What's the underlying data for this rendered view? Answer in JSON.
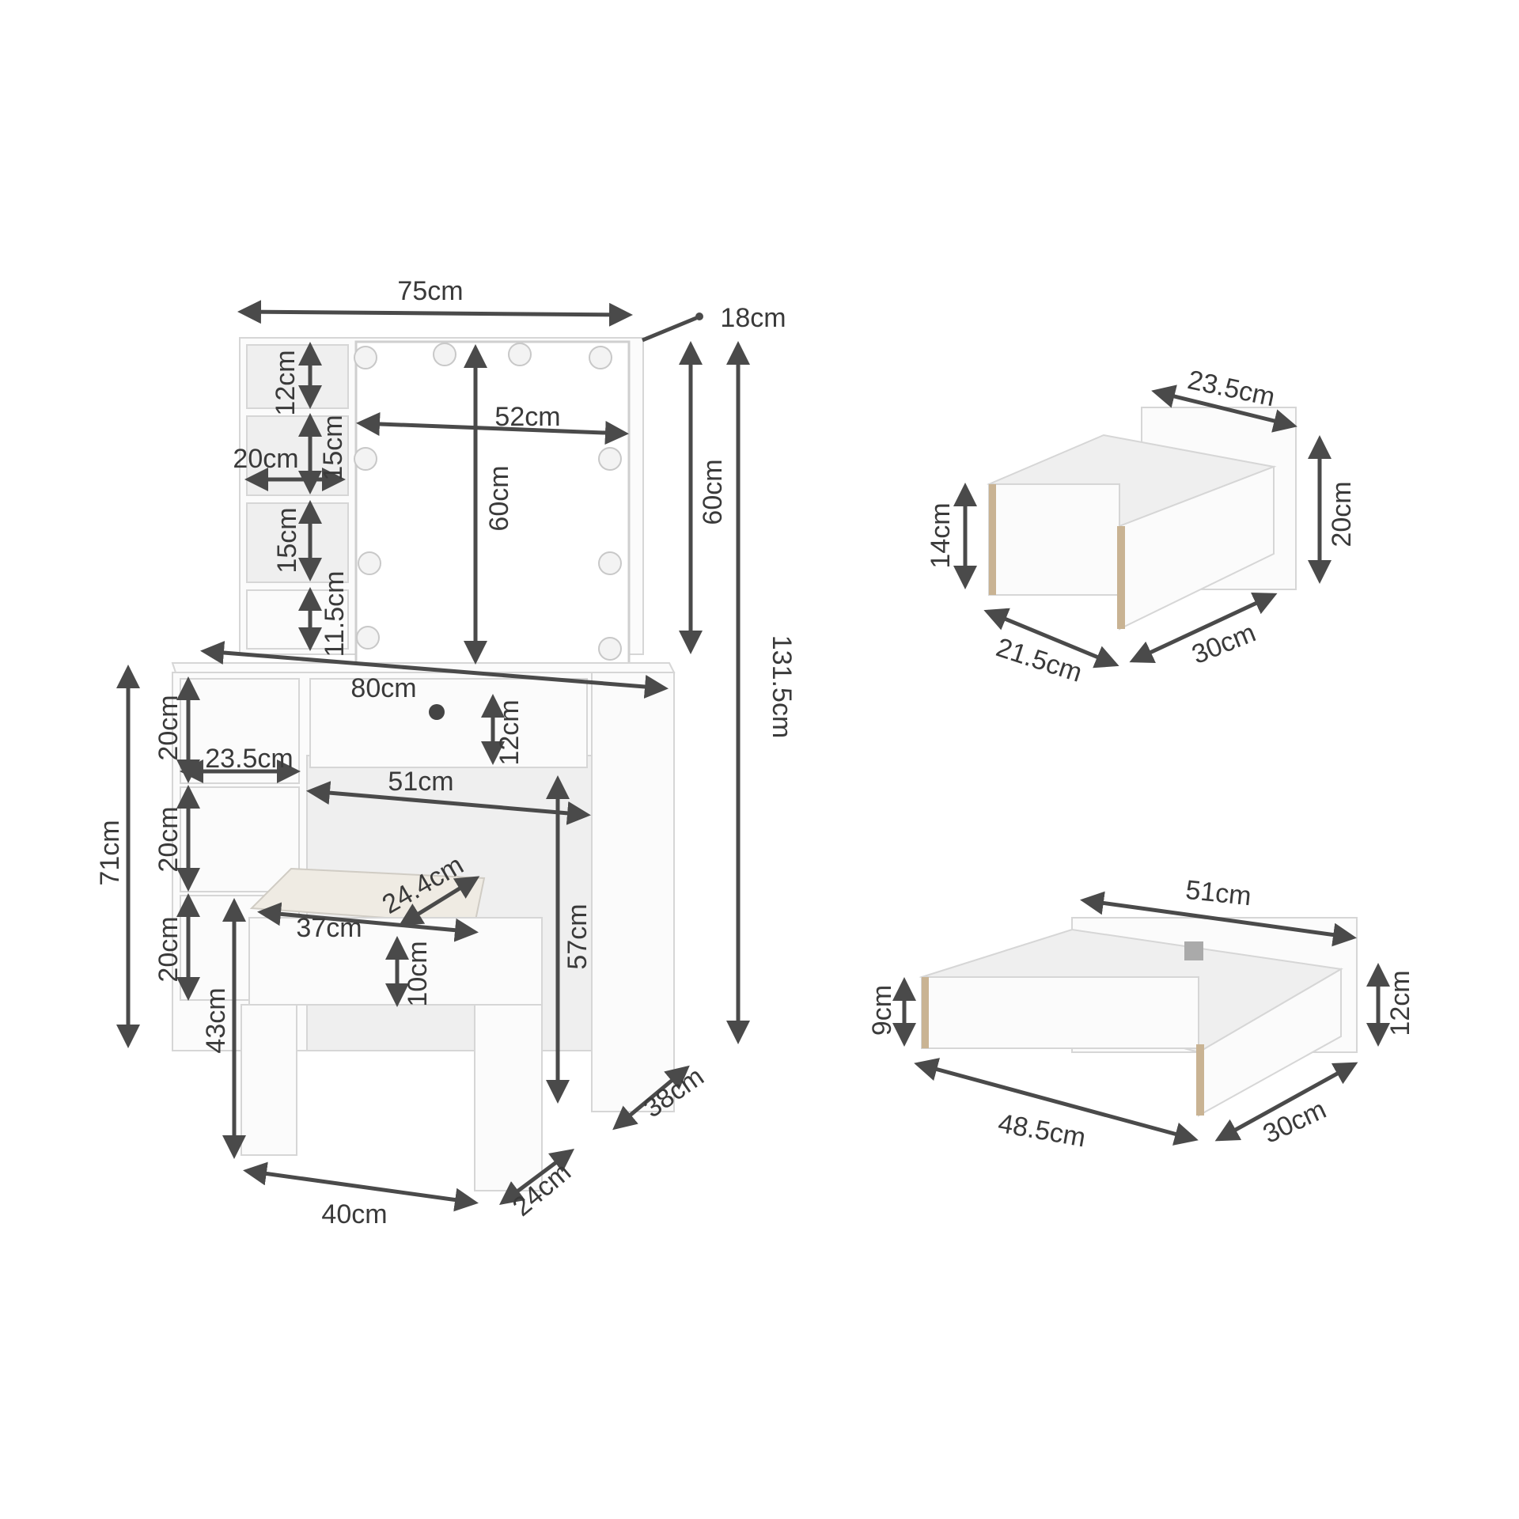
{
  "colors": {
    "dimension_line": "#4a4a4a",
    "furniture": "#fbfbfb",
    "particle_board_edge": "#c9b393"
  },
  "vanity": {
    "mirror_cabinet_width": "75cm",
    "mirror_cabinet_depth": "18cm",
    "shelf_1_height": "12cm",
    "shelf_2_height": "15cm",
    "shelf_width": "20cm",
    "shelf_3_height": "15cm",
    "small_drawer_height": "11.5cm",
    "mirror_width": "52cm",
    "mirror_height": "60cm",
    "cabinet_height": "60cm",
    "total_height": "131.5cm",
    "desk_width": "80cm",
    "side_drawer_1_height": "20cm",
    "side_drawer_width": "23.5cm",
    "center_drawer_height": "12cm",
    "knee_space_width": "51cm",
    "desk_height": "71cm",
    "side_drawer_2_height": "20cm",
    "side_drawer_3_height": "20cm",
    "knee_space_height": "57cm",
    "desk_depth": "38cm"
  },
  "stool": {
    "seat_depth": "24.4cm",
    "seat_width": "37cm",
    "storage_height": "10cm",
    "height": "43cm",
    "width": "40cm",
    "depth": "24cm"
  },
  "side_drawer_detail": {
    "width": "23.5cm",
    "front_height": "20cm",
    "box_height": "14cm",
    "inner_width": "21.5cm",
    "depth": "30cm"
  },
  "center_drawer_detail": {
    "width": "51cm",
    "front_height": "12cm",
    "box_height": "9cm",
    "inner_width": "48.5cm",
    "depth": "30cm"
  }
}
